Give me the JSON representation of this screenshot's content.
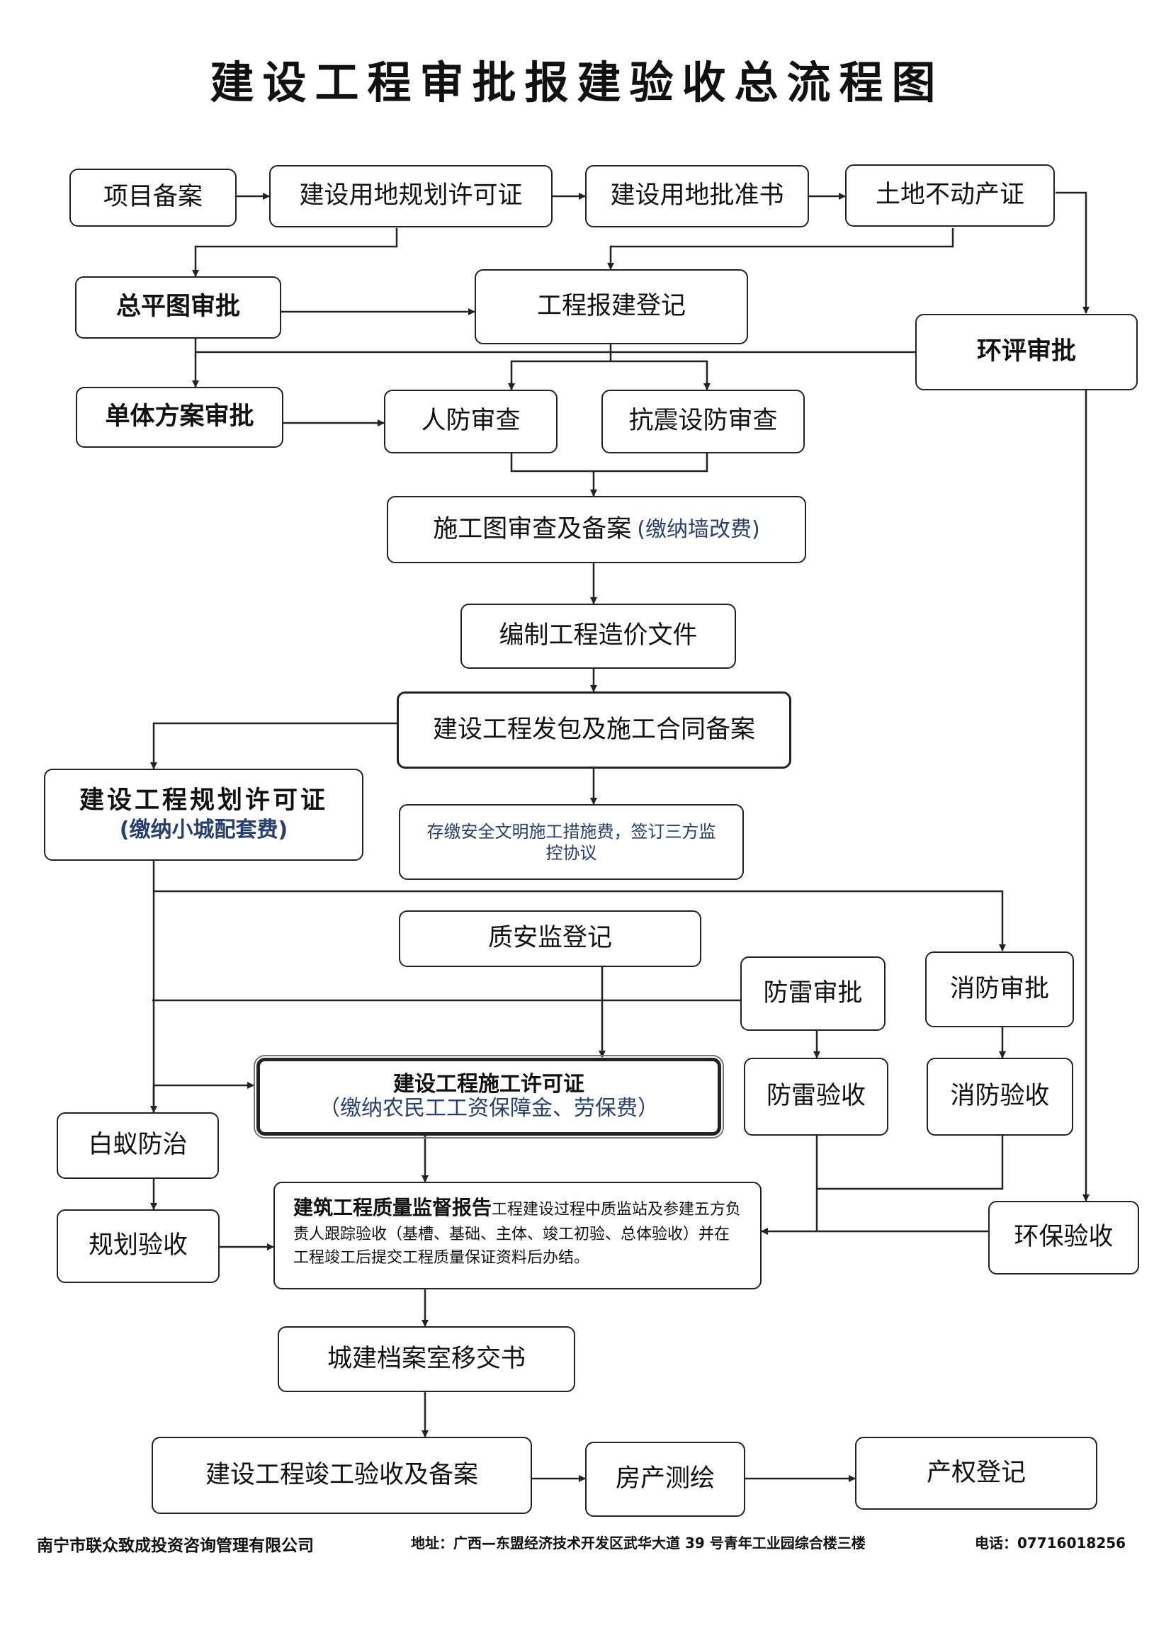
{
  "title": "建设工程审批报建验收总流程图",
  "steps": {
    "xiangmu_beian": "项目备案",
    "yongdi_guihua": "建设用地规划许可证",
    "yongdi_pizhun": "建设用地批准书",
    "tudi_budongchan": "土地不动产证",
    "zongpingtu": "总平图审批",
    "gongcheng_baojian": "工程报建登记",
    "huanping": "环评审批",
    "danti_fangan": "单体方案审批",
    "renfang": "人防审查",
    "kangzhen": "抗震设防审查",
    "shigongtu": "施工图审查及备案",
    "shigongtu_fee": "(缴纳墙改费)",
    "zaojia": "编制工程造价文件",
    "fabao": "建设工程发包及施工合同备案",
    "guihua_xuke": "建设工程规划许可证",
    "guihua_xuke_fee": "(缴纳小城配套费)",
    "anquan_fee": "存缴安全文明施工措施费，签订三方监控协议",
    "zhian_jian": "质安监登记",
    "fanglei_shenpi": "防雷审批",
    "xiaofang_shenpi": "消防审批",
    "shigong_xuke": "建设工程施工许可证",
    "shigong_xuke_fee": "（缴纳农民工工资保障金、劳保费）",
    "fanglei_yanshou": "防雷验收",
    "xiaofang_yanshou": "消防验收",
    "baiyi": "白蚁防治",
    "guihua_yanshou": "规划验收",
    "zhiliang_title": "建筑工程质量监督报告",
    "zhiliang_desc": "工程建设过程中质监站及参建五方负责人跟踪验收（基槽、基础、主体、竣工初验、总体验收）并在工程竣工后提交工程质量保证资料后办结。",
    "huanbao": "环保验收",
    "dangan": "城建档案室移交书",
    "jungong": "建设工程竣工验收及备案",
    "fangchan": "房产测绘",
    "chanquan": "产权登记"
  },
  "footer": {
    "company": "南宁市联众致成投资咨询管理有限公司",
    "address": "地址：广西—东盟经济技术开发区武华大道 39 号青年工业园综合楼三楼",
    "phone": "电话：07716018256"
  }
}
